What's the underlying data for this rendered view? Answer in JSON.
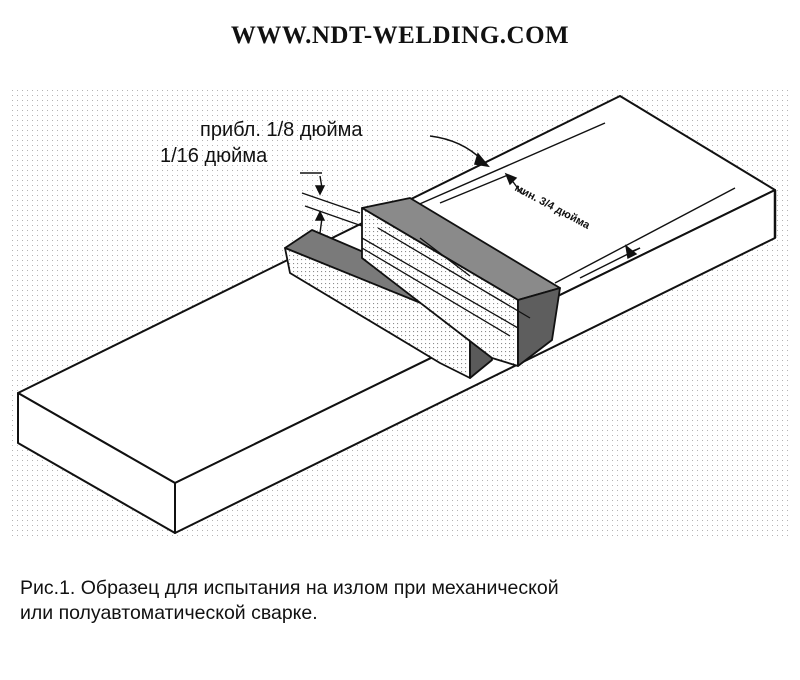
{
  "header": {
    "site_title": "WWW.NDT-WELDING.COM"
  },
  "figure": {
    "dimensions": {
      "root_reinforcement": "прибл. 1/8 дюйма",
      "face_reinforcement": "1/16 дюйма",
      "weld_length": "мин. 3/4 дюйма"
    }
  },
  "caption": {
    "line1": "Рис.1. Образец для испытания на излом при механической",
    "line2": "или полуавтоматической сварке."
  }
}
